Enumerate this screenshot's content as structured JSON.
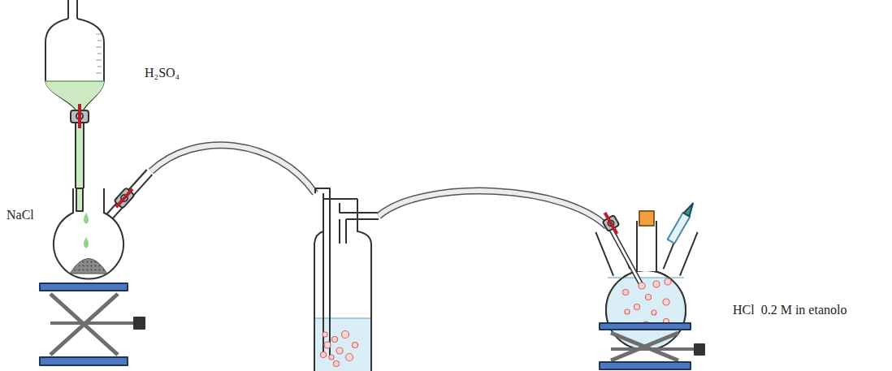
{
  "diagram": {
    "labels": [
      "H₂SO₄",
      "NaCl",
      "HCl  0.2 M in etanolo"
    ]
  }
}
